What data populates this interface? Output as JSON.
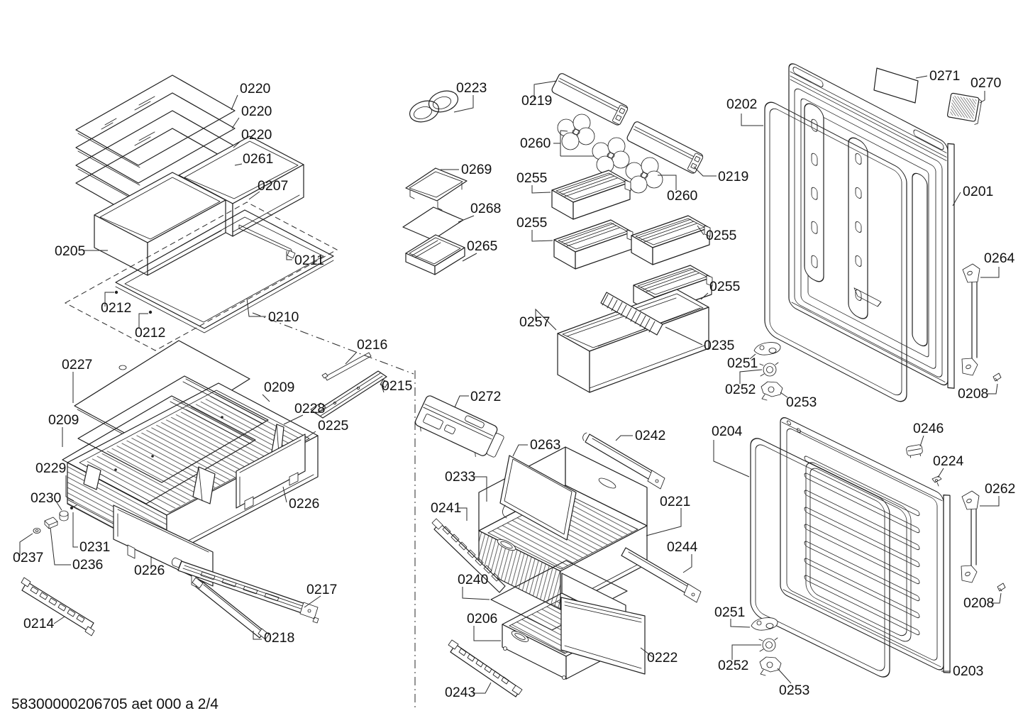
{
  "page": {
    "background_color": "#ffffff",
    "line_color": "#1f1f1f"
  },
  "footer": {
    "code": "58300000206705 aet 000 a 2/4"
  },
  "part_labels": {
    "shelf_stack": [
      "0220",
      "0220",
      "0220",
      "0261",
      "0207",
      "0205",
      "0211",
      "0212",
      "0212",
      "0210"
    ],
    "crisper": [
      "0227",
      "0209",
      "0228",
      "0225",
      "0209",
      "0229",
      "0230",
      "0237",
      "0231",
      "0236",
      "0226",
      "0226",
      "0216",
      "0215",
      "0217",
      "0218",
      "0214"
    ],
    "accessories": [
      "0223",
      "0269",
      "0268",
      "0265"
    ],
    "freezer_drawers": [
      "0272",
      "0263",
      "0233",
      "0241",
      "0242",
      "0221",
      "0244",
      "0240",
      "0206",
      "0222",
      "0243"
    ],
    "door_bins": [
      "0219",
      "0260",
      "0255",
      "0255",
      "0257",
      "0260",
      "0219",
      "0255",
      "0255",
      "0235"
    ],
    "fridge_door": [
      "0202",
      "0271",
      "0270",
      "0201",
      "0264",
      "0208",
      "0251",
      "0252",
      "0253"
    ],
    "freezer_door": [
      "0204",
      "0246",
      "0224",
      "0262",
      "0208",
      "0251",
      "0252",
      "0253",
      "0203"
    ]
  }
}
